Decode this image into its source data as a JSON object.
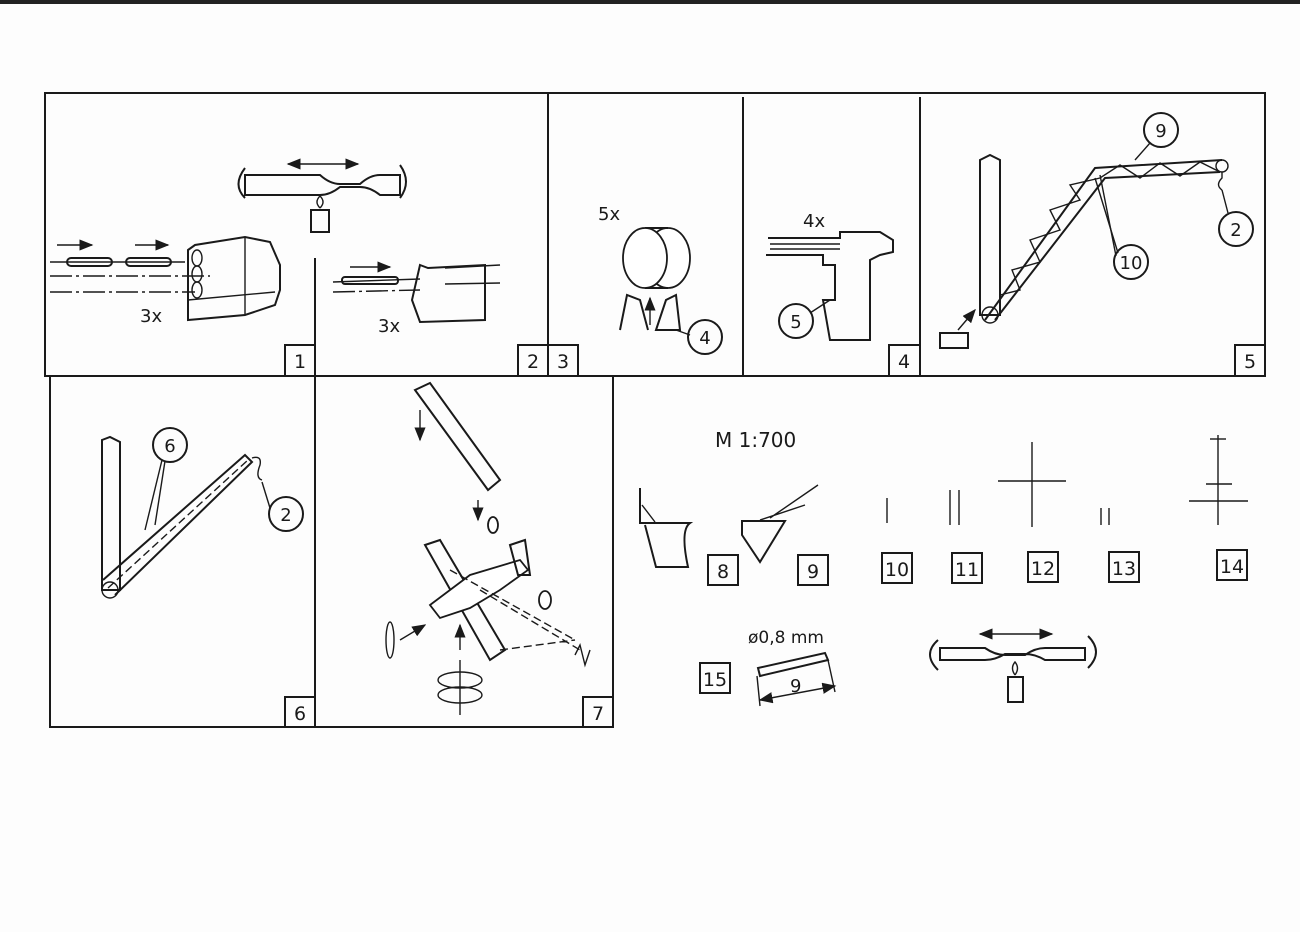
{
  "sheet": {
    "steps": [
      "1",
      "2",
      "3",
      "4",
      "5",
      "6",
      "7"
    ],
    "multipliers": {
      "step1": "3x",
      "step2": "3x",
      "step3": "5x",
      "step4": "4x"
    },
    "callouts": {
      "step3_part": "4",
      "step4_part": "5",
      "step5_boom": "9",
      "step5_hook": "2",
      "step5_strut": "10",
      "step6_strut": "6",
      "step6_hook": "2"
    },
    "scale_label": "M 1:700",
    "parts": [
      "8",
      "9",
      "10",
      "11",
      "12",
      "13",
      "14",
      "15"
    ],
    "rod_diameter": "ø0,8 mm",
    "rod_length": "9"
  }
}
